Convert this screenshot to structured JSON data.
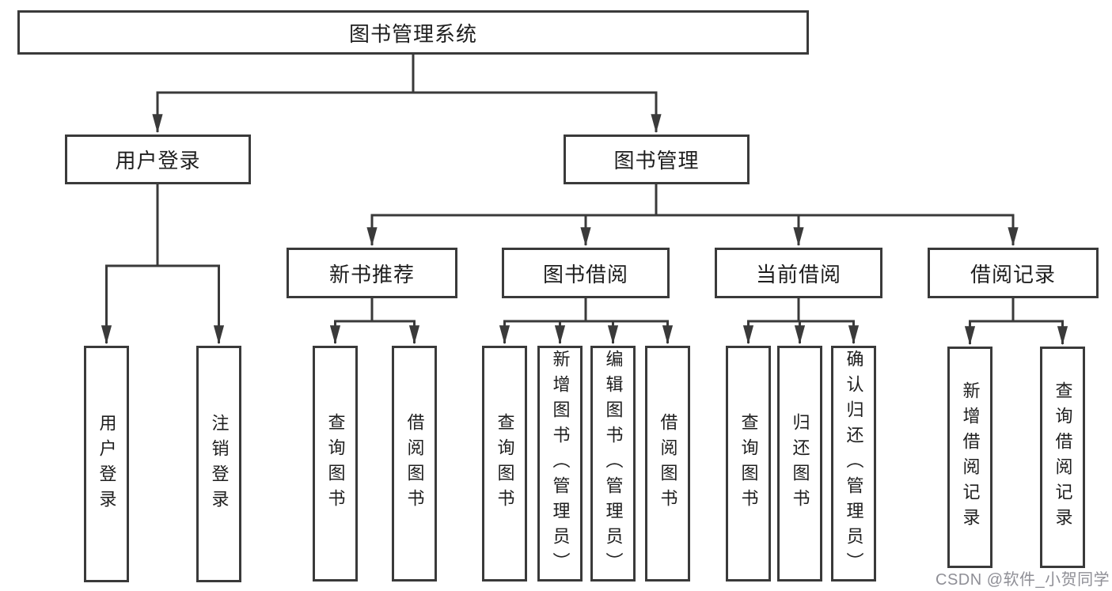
{
  "page": {
    "background": "#ffffff",
    "watermark": "CSDN @软件_小贺同学"
  },
  "diagram": {
    "type": "hierarchy-tree",
    "colors": {
      "line": "#3a3a3a",
      "box_border": "#3a3a3a",
      "box_fill": "#ffffff",
      "text": "#1e1e1e",
      "watermark": "#8f8f96"
    },
    "nodes": {
      "root": {
        "label": "图书管理系统"
      },
      "userLogin": {
        "label": "用户登录"
      },
      "bookMgmt": {
        "label": "图书管理"
      },
      "newBookRec": {
        "label": "新书推荐"
      },
      "bookBorrow": {
        "label": "图书借阅"
      },
      "currentBorrow": {
        "label": "当前借阅"
      },
      "borrowRecord": {
        "label": "借阅记录"
      },
      "loginLeaf": {
        "label": "用户登录"
      },
      "logoutLeaf": {
        "label": "注销登录"
      },
      "queryBook1": {
        "label": "查询图书"
      },
      "borrowBook1": {
        "label": "借阅图书"
      },
      "queryBook2": {
        "label": "查询图书"
      },
      "addBook": {
        "label": "新增图书（管理员）"
      },
      "editBook": {
        "label": "编辑图书（管理员）"
      },
      "borrowBook2": {
        "label": "借阅图书"
      },
      "queryBook3": {
        "label": "查询图书"
      },
      "returnBook": {
        "label": "归还图书"
      },
      "confirmReturn": {
        "label": "确认归还（管理员）"
      },
      "addBorrowRecord": {
        "label": "新增借阅记录"
      },
      "queryBorrowRecord": {
        "label": "查询借阅记录"
      }
    },
    "edges": [
      {
        "from": "图书管理系统",
        "to": "用户登录"
      },
      {
        "from": "图书管理系统",
        "to": "图书管理"
      },
      {
        "from": "用户登录",
        "to": "用户登录"
      },
      {
        "from": "用户登录",
        "to": "注销登录"
      },
      {
        "from": "图书管理",
        "to": "新书推荐"
      },
      {
        "from": "图书管理",
        "to": "图书借阅"
      },
      {
        "from": "图书管理",
        "to": "当前借阅"
      },
      {
        "from": "图书管理",
        "to": "借阅记录"
      },
      {
        "from": "新书推荐",
        "to": "查询图书"
      },
      {
        "from": "新书推荐",
        "to": "借阅图书"
      },
      {
        "from": "图书借阅",
        "to": "查询图书"
      },
      {
        "from": "图书借阅",
        "to": "新增图书（管理员）"
      },
      {
        "from": "图书借阅",
        "to": "编辑图书（管理员）"
      },
      {
        "from": "图书借阅",
        "to": "借阅图书"
      },
      {
        "from": "当前借阅",
        "to": "查询图书"
      },
      {
        "from": "当前借阅",
        "to": "归还图书"
      },
      {
        "from": "当前借阅",
        "to": "确认归还（管理员）"
      },
      {
        "from": "借阅记录",
        "to": "新增借阅记录"
      },
      {
        "from": "借阅记录",
        "to": "查询借阅记录"
      }
    ]
  }
}
